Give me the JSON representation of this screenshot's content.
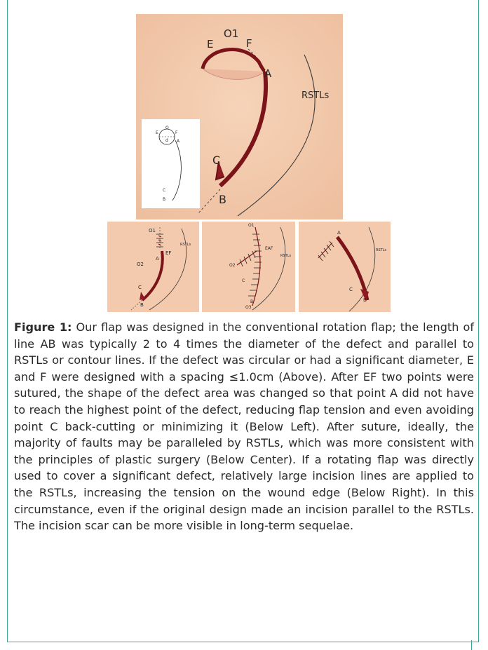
{
  "figure": {
    "main_panel": {
      "labels": {
        "o1": "O1",
        "e": "E",
        "f": "F",
        "a": "A",
        "c": "C",
        "b": "B",
        "rstls": "RSTLs"
      },
      "inset_labels": {
        "e": "E",
        "o": "O",
        "f": "F",
        "d": "d",
        "a": "A",
        "c": "C",
        "b": "B"
      }
    },
    "below_left": {
      "labels": {
        "o1": "O1",
        "ef": "EF",
        "a": "A",
        "o2": "O2",
        "c": "C",
        "b": "B",
        "rstls": "RSTLs"
      }
    },
    "below_center": {
      "labels": {
        "o1": "O1",
        "eaf": "EAF",
        "o2": "O2",
        "c": "C",
        "b": "B",
        "o3": "O3",
        "rstls": "RSTLs"
      }
    },
    "below_right": {
      "labels": {
        "a": "A",
        "c": "C",
        "b": "B",
        "rstls": "RSTLs"
      }
    }
  },
  "caption": {
    "label": "Figure 1:",
    "text": "Our flap was designed in the conventional rotation flap; the length of line AB was typically 2 to 4 times the diameter of the defect and parallel to RSTLs or contour lines. If the defect was circular or had a significant diameter, E and F were designed with a spacing ≤1.0cm (Above). After EF two points were sutured, the shape of the defect area was changed so that point A did not have to reach the highest point of the defect, reducing flap tension and even avoiding point C back-cutting or minimizing it (Below Left). After suture, ideally, the majority of faults may be paralleled by RSTLs, which was more consistent with the principles of plastic surgery (Below Center). If a rotating flap was directly used to cover a significant defect, relatively large incision lines are applied to the RSTLs, increasing the tension on the wound edge (Below Right). In this circumstance, even if the original design made an incision parallel to the RSTLs. The incision scar can be more visible in long-term sequelae."
  },
  "colors": {
    "skin": "#f2c8aa",
    "incision": "#8e1b22",
    "border": "#3aa79a"
  }
}
